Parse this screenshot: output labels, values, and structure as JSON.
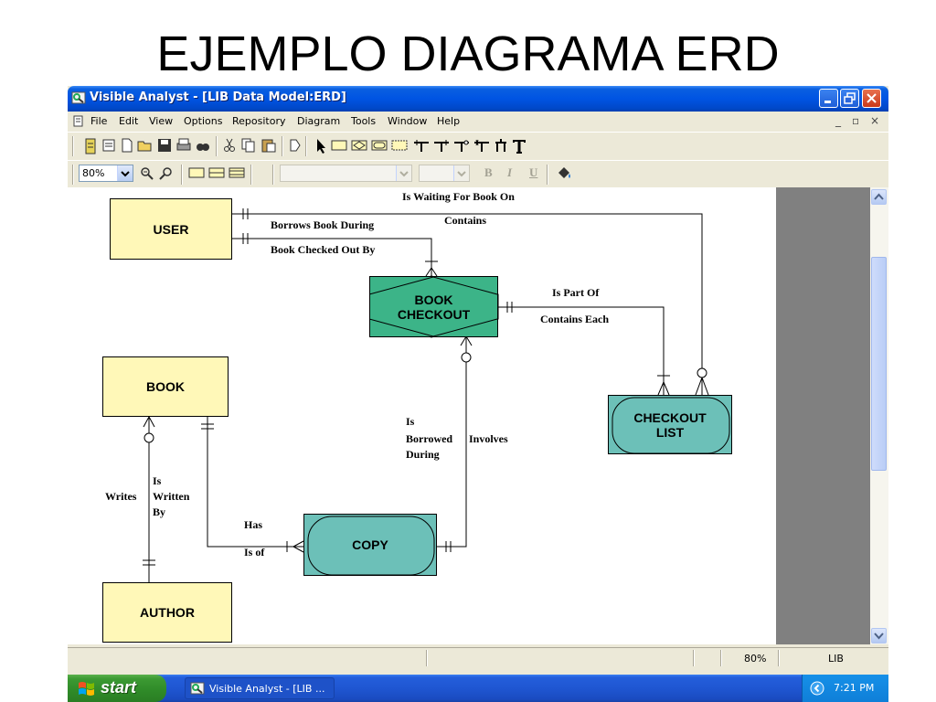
{
  "slide": {
    "title": "EJEMPLO DIAGRAMA ERD"
  },
  "window": {
    "title": "Visible Analyst - [LIB Data Model:ERD]",
    "icons": {
      "app": "visible-analyst-app-icon",
      "minimize": "minimize-icon",
      "maximize": "maximize-icon",
      "close": "close-icon"
    }
  },
  "menu": {
    "items": [
      "File",
      "Edit",
      "View",
      "Options",
      "Repository",
      "Diagram",
      "Tools",
      "Window",
      "Help"
    ],
    "mdi": {
      "minimize": "_",
      "restore": "▫",
      "close": "×"
    }
  },
  "toolbar": {
    "zoom": "80%"
  },
  "diagram": {
    "entities": {
      "user": "USER",
      "book_checkout_line1": "BOOK",
      "book_checkout_line2": "CHECKOUT",
      "book": "BOOK",
      "checkout_list_line1": "CHECKOUT",
      "checkout_list_line2": "LIST",
      "copy": "COPY",
      "author": "AUTHOR"
    },
    "relationships": {
      "is_waiting_for_book_on": "Is Waiting For Book On",
      "contains": "Contains",
      "borrows_book_during": "Borrows Book During",
      "book_checked_out_by": "Book Checked Out By",
      "is_part_of": "Is Part Of",
      "contains_each": "Contains Each",
      "is": "Is",
      "borrowed": "Borrowed",
      "during": "During",
      "involves": "Involves",
      "is_written_1": "Is",
      "is_written_2": "Written",
      "is_written_3": "By",
      "writes": "Writes",
      "has": "Has",
      "is_of": "Is of"
    }
  },
  "statusbar": {
    "zoom": "80%",
    "model": "LIB"
  },
  "taskbar": {
    "start": "start",
    "task": "Visible Analyst - [LIB ...",
    "clock": "7:21 PM"
  },
  "colors": {
    "entity_yellow": "#fff8b8",
    "entity_teal": "#6cc0b8",
    "entity_green": "#3cb488",
    "xp_blue": "#0054e3",
    "start_green": "#3c9a33"
  }
}
